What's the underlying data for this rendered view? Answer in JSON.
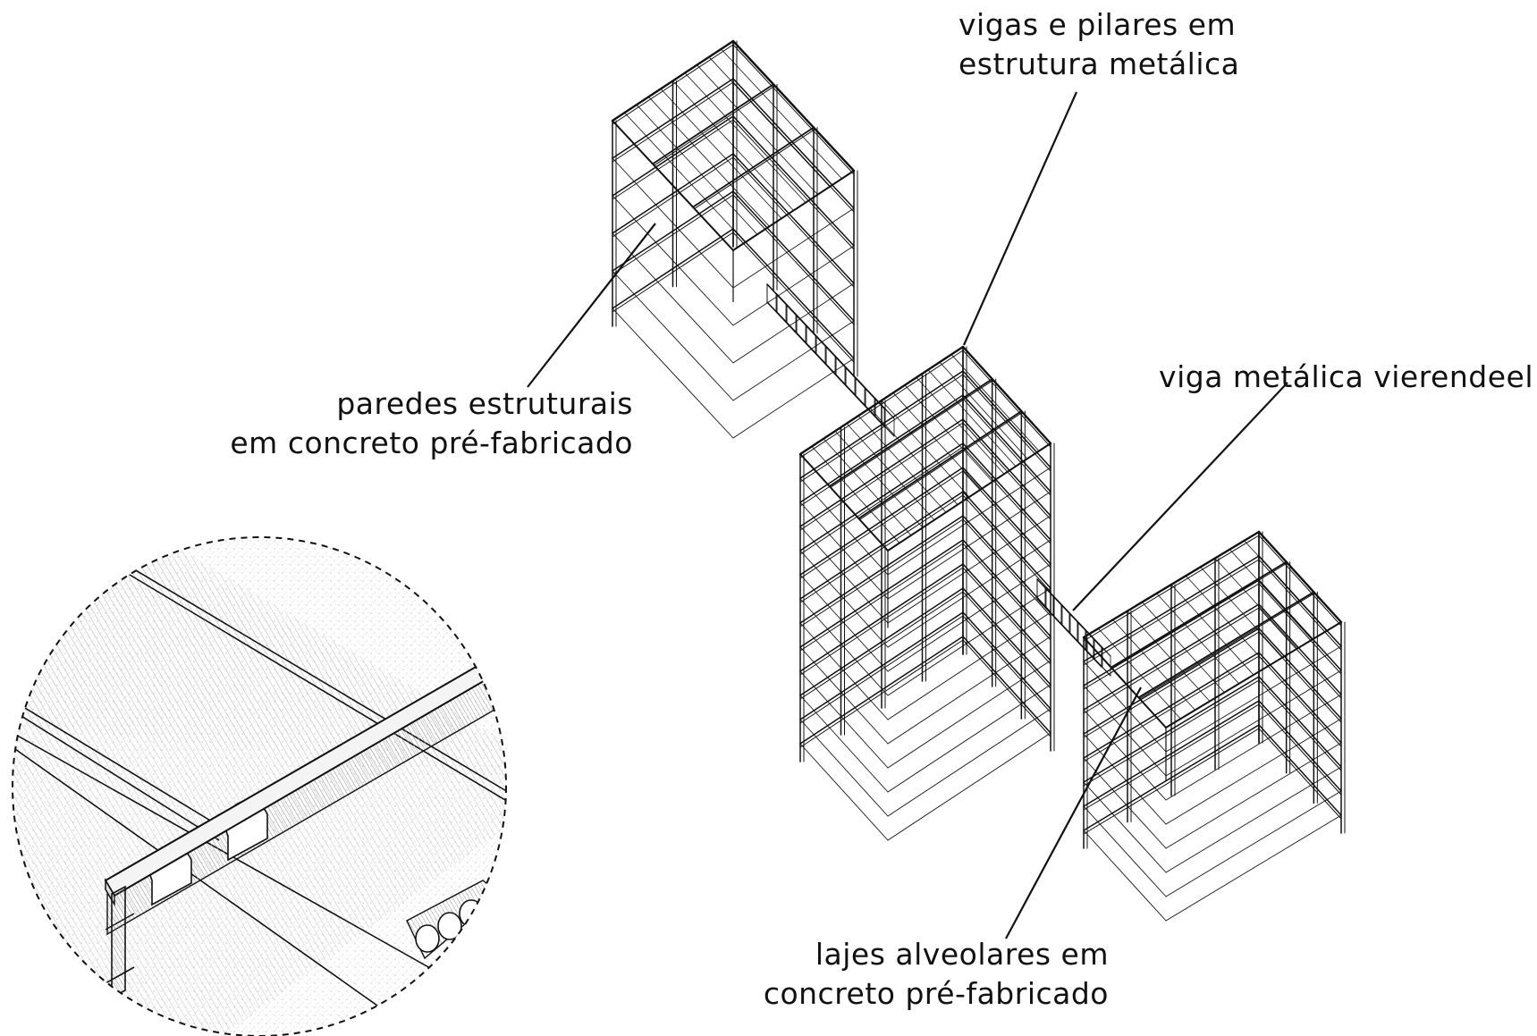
{
  "labels": {
    "walls": {
      "line1": "paredes estruturais",
      "line2": "em concreto pré-fabricado"
    },
    "steel": {
      "line1": "vigas e pilares em",
      "line2": "estrutura metálica"
    },
    "vierendeel": {
      "line1": "viga metálica vierendeel"
    },
    "slabs": {
      "line1": "lajes alveolares em",
      "line2": "concreto pré-fabricado"
    }
  },
  "colors": {
    "ink": "#111111",
    "hatch": "#bbbbbb",
    "stipple": "#cfcfcf",
    "background": "#ffffff"
  }
}
